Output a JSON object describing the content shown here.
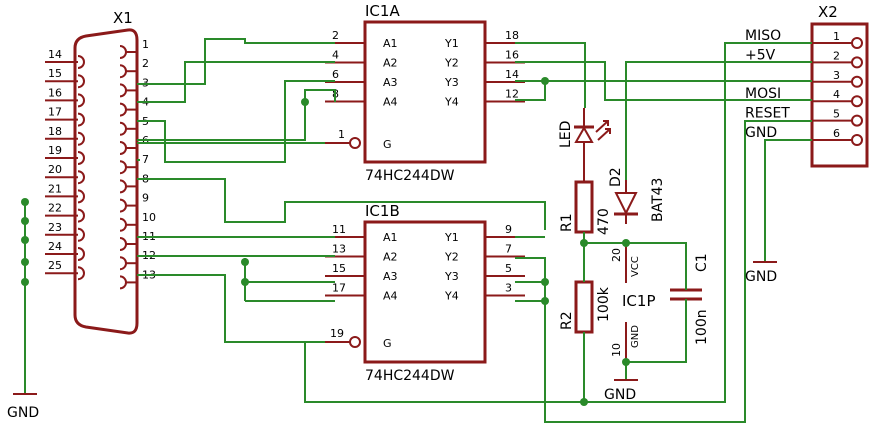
{
  "colors": {
    "wire": "#2a8a2a",
    "part": "#8b1a1a",
    "text": "#000000",
    "background": "#ffffff"
  },
  "x1": {
    "ref": "X1",
    "pins_left": [
      "14",
      "15",
      "16",
      "17",
      "18",
      "19",
      "20",
      "21",
      "22",
      "23",
      "24",
      "25"
    ],
    "pins_right": [
      "1",
      "2",
      "3",
      "4",
      "5",
      "6",
      "7",
      "8",
      "9",
      "10",
      "11",
      "12",
      "13"
    ]
  },
  "x2": {
    "ref": "X2",
    "pins": [
      "1",
      "2",
      "3",
      "4",
      "5",
      "6"
    ],
    "signals": [
      "MISO",
      "+5V",
      "",
      "MOSI",
      "RESET",
      "GND"
    ]
  },
  "ic1a": {
    "ref": "IC1A",
    "value": "74HC244DW",
    "in_pins": [
      "2",
      "4",
      "6",
      "8"
    ],
    "in_names": [
      "A1",
      "A2",
      "A3",
      "A4"
    ],
    "out_pins": [
      "18",
      "16",
      "14",
      "12"
    ],
    "out_names": [
      "Y1",
      "Y2",
      "Y3",
      "Y4"
    ],
    "g_pin": "1",
    "g_name": "G"
  },
  "ic1b": {
    "ref": "IC1B",
    "value": "74HC244DW",
    "in_pins": [
      "11",
      "13",
      "15",
      "17"
    ],
    "in_names": [
      "A1",
      "A2",
      "A3",
      "A4"
    ],
    "out_pins": [
      "9",
      "7",
      "5",
      "3"
    ],
    "out_names": [
      "Y1",
      "Y2",
      "Y3",
      "Y4"
    ],
    "g_pin": "19",
    "g_name": "G"
  },
  "ic1p": {
    "ref": "IC1P",
    "vcc_pin": "20",
    "vcc_name": "VCC",
    "gnd_pin": "10",
    "gnd_name": "GND"
  },
  "led": {
    "ref": "LED"
  },
  "d2": {
    "ref": "D2",
    "value": "BAT43"
  },
  "r1": {
    "ref": "R1",
    "value": "470"
  },
  "r2": {
    "ref": "R2",
    "value": "100k"
  },
  "c1": {
    "ref": "C1",
    "value": "100n"
  },
  "gnd_labels": [
    "GND",
    "GND",
    "GND"
  ]
}
